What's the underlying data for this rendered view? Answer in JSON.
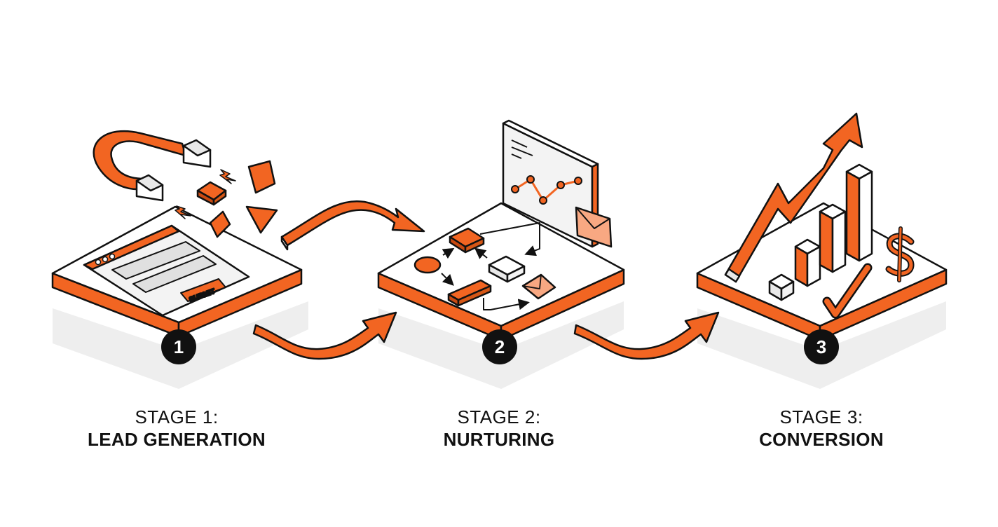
{
  "colors": {
    "accent": "#f26522",
    "accent_light": "#f8a882",
    "ink": "#111111",
    "panel": "#f3f3f3",
    "shadow": "#ededed"
  },
  "stages": [
    {
      "number": "1",
      "kicker": "STAGE 1:",
      "name": "LEAD GENERATION",
      "icons": [
        "magnet-icon",
        "form-icon",
        "lightning-icon"
      ]
    },
    {
      "number": "2",
      "kicker": "STAGE 2:",
      "name": "NURTURING",
      "icons": [
        "analytics-panel-icon",
        "envelope-icon",
        "workflow-icon"
      ]
    },
    {
      "number": "3",
      "kicker": "STAGE 3:",
      "name": "CONVERSION",
      "icons": [
        "growth-arrow-icon",
        "bar-chart-icon",
        "dollar-icon",
        "checkmark-icon"
      ]
    }
  ],
  "form": {
    "submit_label": "SUBMIT"
  }
}
